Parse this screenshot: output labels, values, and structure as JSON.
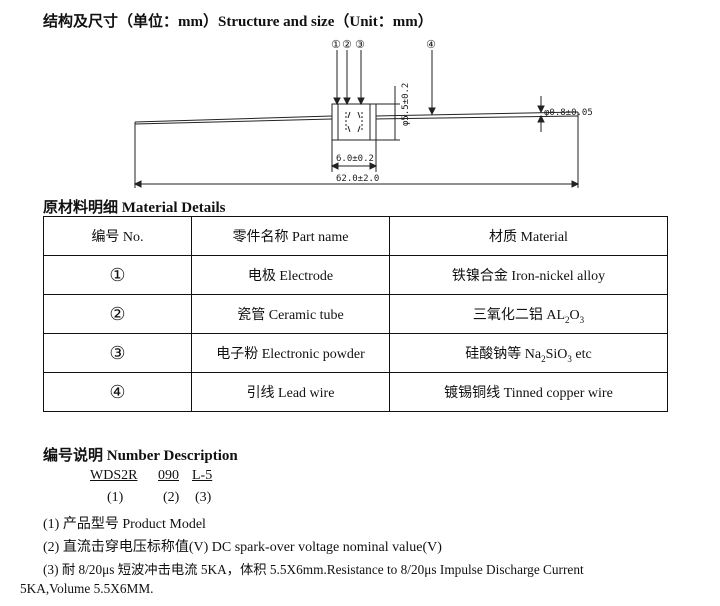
{
  "structure": {
    "title": "结构及尺寸（单位：mm）Structure and size（Unit：mm）",
    "callouts": [
      "①",
      "②",
      "③",
      "④"
    ],
    "dimensions": {
      "diameter_body": "φ5.5±0.2",
      "diameter_lead": "φ0.8±0.05",
      "body_length": "6.0±0.2",
      "total_length": "62.0±2.0"
    }
  },
  "materials": {
    "title": "原材料明细 Material Details",
    "headers": [
      "编号 No.",
      "零件名称 Part name",
      "材质 Material"
    ],
    "rows": [
      {
        "no": "①",
        "part": "电极 Electrode",
        "material": "铁镍合金 Iron-nickel alloy"
      },
      {
        "no": "②",
        "part": "瓷管 Ceramic tube",
        "material_pre": "三氧化二铝 AL",
        "material_sub1": "2",
        "material_mid": "O",
        "material_sub2": "3",
        "material_post": ""
      },
      {
        "no": "③",
        "part": "电子粉 Electronic powder",
        "material_pre": "硅酸钠等 Na",
        "material_sub1": "2",
        "material_mid": "SiO",
        "material_sub2": "3",
        "material_post": " etc"
      },
      {
        "no": "④",
        "part": "引线 Lead wire",
        "material": "镀锡铜线 Tinned copper wire"
      }
    ]
  },
  "number_desc": {
    "title": "编号说明 Number Description",
    "code_parts": [
      "WDS2R",
      "090",
      "L-5"
    ],
    "code_indices": [
      "(1)",
      "(2)",
      "(3)"
    ],
    "line1": "(1)  产品型号 Product Model",
    "line2": "(2)  直流击穿电压标称值(V)    DC spark-over voltage nominal value(V)",
    "line3": "(3)  耐 8/20μs 短波冲击电流 5KA，体积 5.5X6mm.Resistance to 8/20μs Impulse Discharge Current",
    "line4": "5KA,Volume 5.5X6MM."
  }
}
